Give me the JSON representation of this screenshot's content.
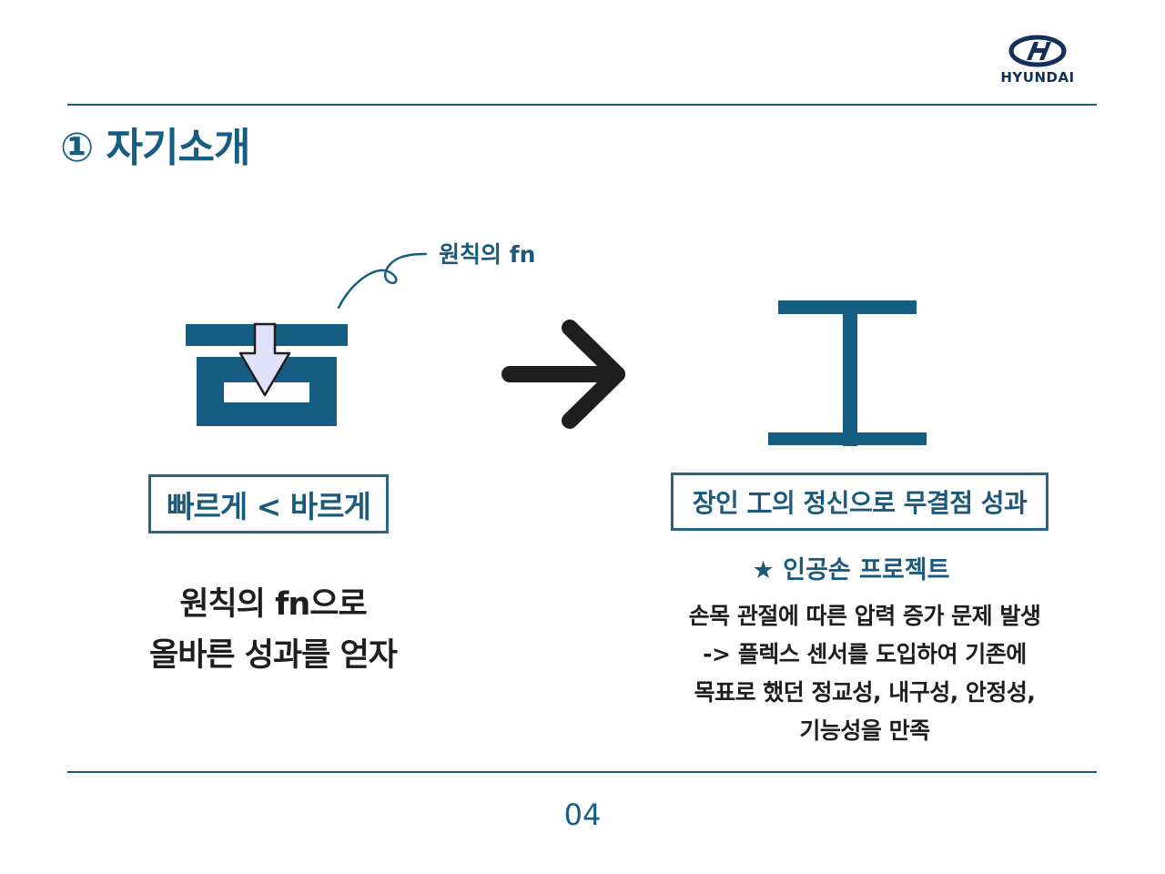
{
  "header": {
    "brand": "HYUNDAI",
    "title": "① 자기소개"
  },
  "diagram": {
    "annotation": "원칙의 fn",
    "left_box": "빠르게 < 바르게",
    "right_box": "장인 工의 정신으로 무결점 성과"
  },
  "left_caption": {
    "line1": "원칙의 fn으로",
    "line2": "올바른 성과를 얻자"
  },
  "project": {
    "title": "★ 인공손 프로젝트",
    "lines": [
      "손목 관절에 따른 압력 증가 문제 발생",
      "-> 플렉스 센서를 도입하여 기존에",
      "목표로 했던 정교성, 내구성, 안정성,",
      "기능성을 만족"
    ]
  },
  "footer": {
    "page_number": "04"
  },
  "colors": {
    "primary": "#165d82",
    "logo": "#12305a",
    "arrow": "#1e1e1e",
    "down_arrow_fill": "#e0e2fb"
  }
}
